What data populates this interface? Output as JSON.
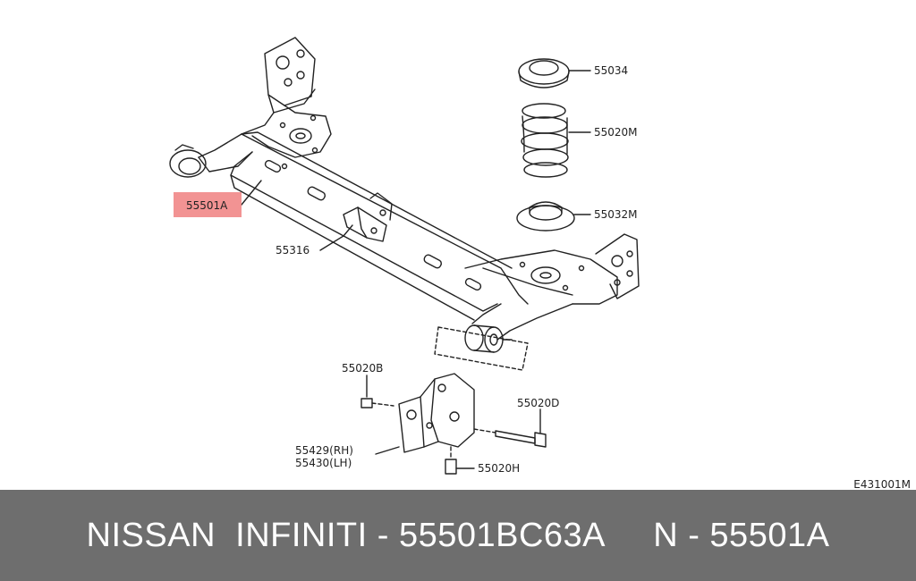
{
  "diagram": {
    "labels": {
      "p55034": "55034",
      "p55020m": "55020M",
      "p55032m": "55032M",
      "p55501a": "55501A",
      "p55316": "55316",
      "p55020b": "55020B",
      "p55020d": "55020D",
      "p55429": "55429(RH)",
      "p55430": "55430(LH)",
      "p55020h": "55020H"
    },
    "figure_code": "E431001M",
    "highlight_color": "#f08080"
  },
  "footer": {
    "text": "NISSAN  INFINITI - 55501BC63A     N - 55501A",
    "background": "#6e6e6e"
  }
}
